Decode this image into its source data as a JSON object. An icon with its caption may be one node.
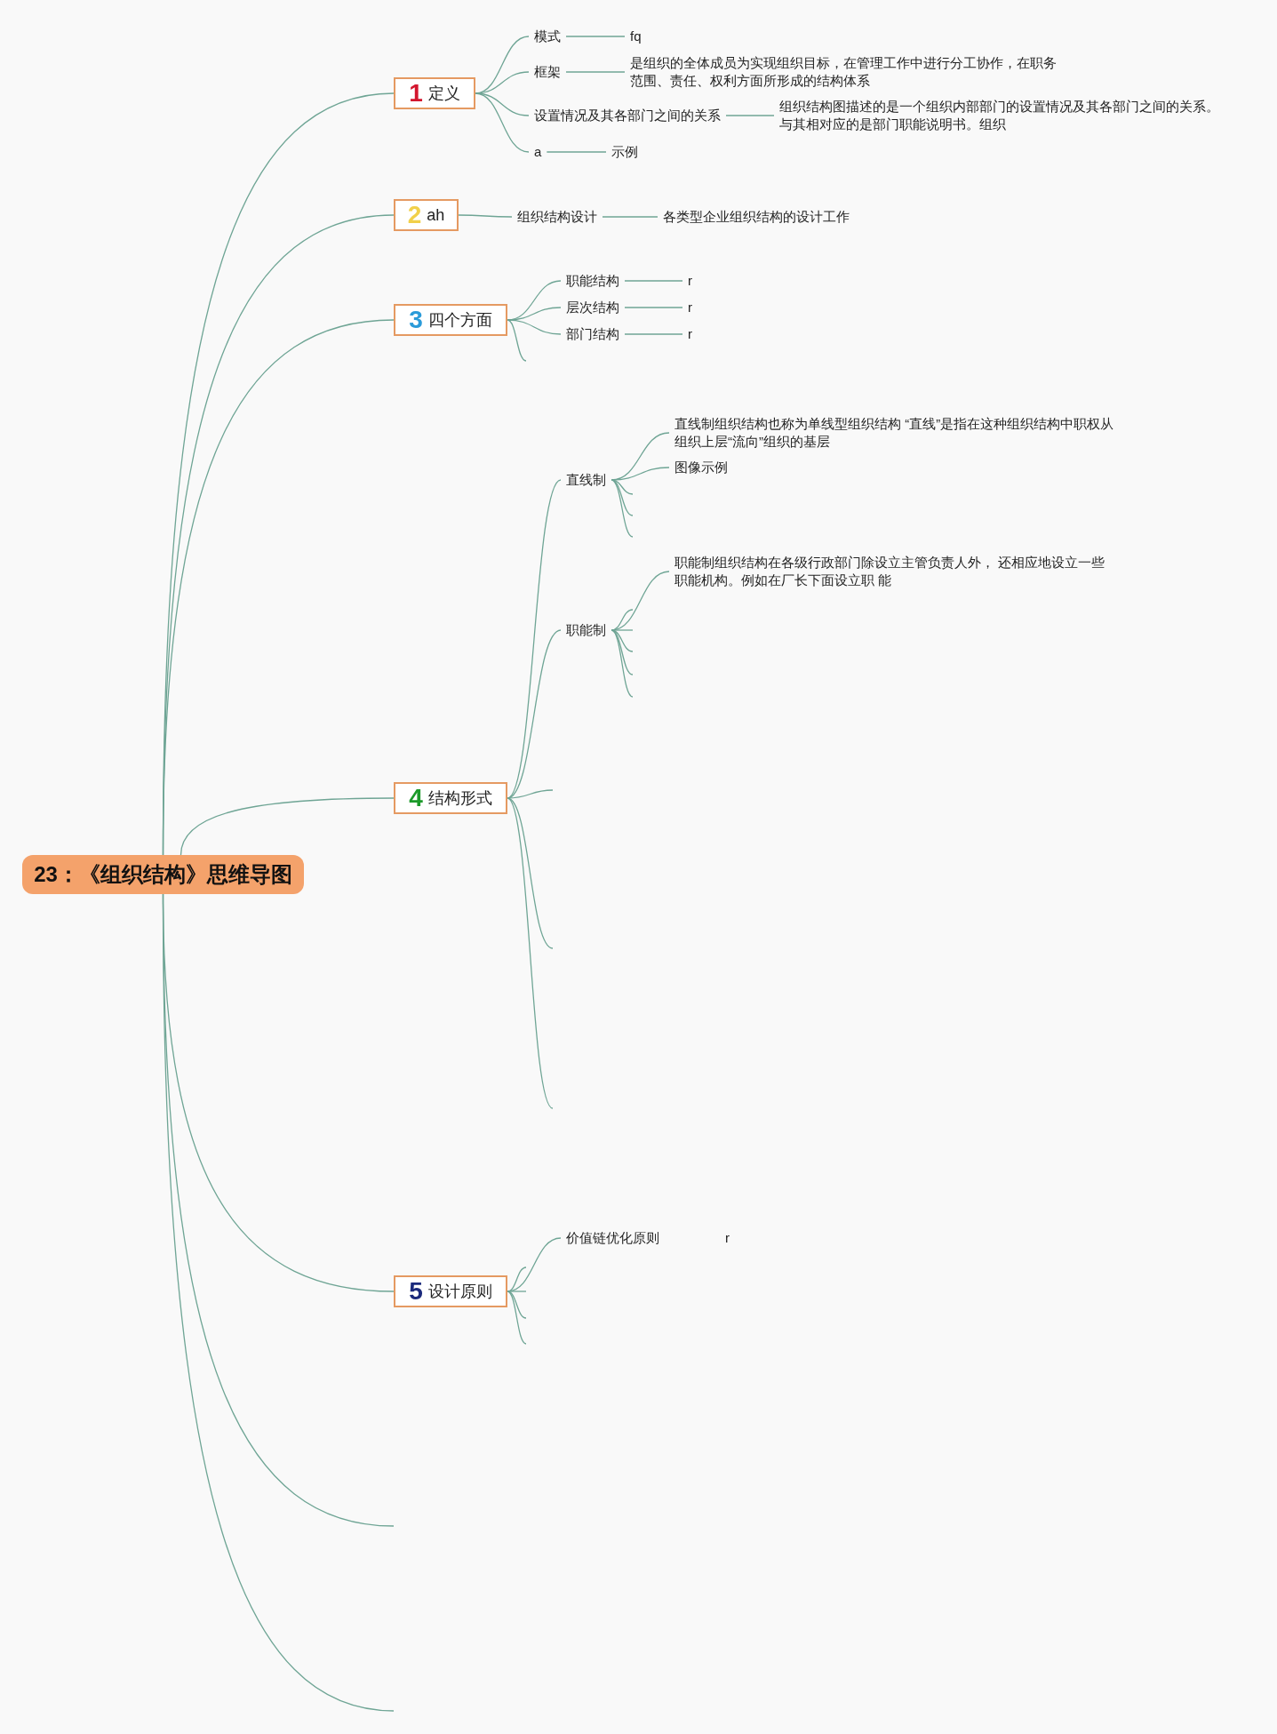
{
  "diagram": {
    "nodes": [
      {
        "text": [
          "23：《组织结构》思维导图"
        ]
      },
      {
        "text": [
          "1",
          "定义"
        ]
      },
      {
        "text": [
          "模式"
        ]
      },
      {
        "text": [
          "fq"
        ]
      },
      {
        "text": [
          "框架"
        ]
      },
      {
        "text": [
          "是组织的全体成员为实现组织目标，在管理工作中进行分工协作，在职务范围、责任、权利方面所形成的结构体系"
        ]
      },
      {
        "text": [
          "设置情况及其各部门之间的关系"
        ]
      },
      {
        "text": [
          "组织结构图描述的是一个组织内部部门的设置情况及其各部门之间的关系。与其相对应的是部门职能说明书。组织"
        ]
      },
      {
        "text": [
          "a"
        ]
      },
      {
        "text": [
          "示例"
        ]
      },
      {
        "text": [
          "2",
          "ah"
        ]
      },
      {
        "text": [
          "组织结构设计"
        ]
      },
      {
        "text": [
          "各类型企业组织结构的设计工作"
        ]
      },
      {
        "text": [
          "3",
          "四个方面"
        ]
      },
      {
        "text": [
          "职能结构"
        ]
      },
      {
        "text": [
          "r"
        ]
      },
      {
        "text": [
          "层次结构"
        ]
      },
      {
        "text": [
          "r"
        ]
      },
      {
        "text": [
          "部门结构"
        ]
      },
      {
        "text": [
          "r"
        ]
      },
      {
        "text": [
          "4",
          "结构形式"
        ]
      },
      {
        "text": [
          "直线制"
        ]
      },
      {
        "text": [
          "直线制组织结构也称为单线型组织结构 “直线”是指在这种组织结构中职权从组织上层“流向”组织的基层"
        ]
      },
      {
        "text": [
          "图像示例"
        ]
      },
      {
        "text": [
          "职能制"
        ]
      },
      {
        "text": [
          "职能制组织结构在各级行政部门除设立主管负责人外， 还相应地设立一些职能机构。例如在厂长下面设立职 能"
        ]
      },
      {
        "text": [
          "5",
          "设计原则"
        ]
      },
      {
        "text": [
          "价值链优化原则"
        ]
      },
      {
        "text": [
          "r"
        ]
      }
    ],
    "edges": [
      {
        "from": 0,
        "to": 1,
        "arrow": "none"
      },
      {
        "from": 0,
        "to": 10,
        "arrow": "none"
      },
      {
        "from": 0,
        "to": 13,
        "arrow": "none"
      },
      {
        "from": 0,
        "to": 20,
        "arrow": "none"
      },
      {
        "from": 0,
        "to": 26,
        "arrow": "none"
      },
      {
        "from": 0,
        "to": null,
        "arrow": "none"
      },
      {
        "from": 0,
        "to": null,
        "arrow": "none"
      },
      {
        "from": 1,
        "to": 2,
        "arrow": "none"
      },
      {
        "from": 2,
        "to": 3,
        "arrow": "none"
      },
      {
        "from": 1,
        "to": 4,
        "arrow": "none"
      },
      {
        "from": 4,
        "to": 5,
        "arrow": "none"
      },
      {
        "from": 1,
        "to": 6,
        "arrow": "none"
      },
      {
        "from": 6,
        "to": 7,
        "arrow": "none"
      },
      {
        "from": 1,
        "to": 8,
        "arrow": "none"
      },
      {
        "from": 8,
        "to": 9,
        "arrow": "none"
      },
      {
        "from": 10,
        "to": 11,
        "arrow": "none"
      },
      {
        "from": 11,
        "to": 12,
        "arrow": "none"
      },
      {
        "from": 13,
        "to": 14,
        "arrow": "none"
      },
      {
        "from": 14,
        "to": 15,
        "arrow": "none"
      },
      {
        "from": 13,
        "to": 16,
        "arrow": "none"
      },
      {
        "from": 16,
        "to": 17,
        "arrow": "none"
      },
      {
        "from": 13,
        "to": 18,
        "arrow": "none"
      },
      {
        "from": 18,
        "to": 19,
        "arrow": "none"
      },
      {
        "from": 13,
        "to": null,
        "arrow": "none"
      },
      {
        "from": 20,
        "to": 21,
        "arrow": "none"
      },
      {
        "from": 20,
        "to": 24,
        "arrow": "none"
      },
      {
        "from": 20,
        "to": null,
        "arrow": "none"
      },
      {
        "from": 20,
        "to": null,
        "arrow": "none"
      },
      {
        "from": 20,
        "to": null,
        "arrow": "none"
      },
      {
        "from": 21,
        "to": 22,
        "arrow": "none"
      },
      {
        "from": 21,
        "to": 23,
        "arrow": "none"
      },
      {
        "from": 21,
        "to": null,
        "arrow": "none"
      },
      {
        "from": 21,
        "to": null,
        "arrow": "none"
      },
      {
        "from": 21,
        "to": null,
        "arrow": "none"
      },
      {
        "from": 24,
        "to": 25,
        "arrow": "none"
      },
      {
        "from": 24,
        "to": null,
        "arrow": "none"
      },
      {
        "from": 24,
        "to": null,
        "arrow": "none"
      },
      {
        "from": 24,
        "to": null,
        "arrow": "none"
      },
      {
        "from": 24,
        "to": null,
        "arrow": "none"
      },
      {
        "from": 24,
        "to": null,
        "arrow": "none"
      },
      {
        "from": 26,
        "to": 27,
        "arrow": "none"
      },
      {
        "from": 26,
        "to": null,
        "arrow": "none"
      },
      {
        "from": 26,
        "to": null,
        "arrow": "none"
      },
      {
        "from": 26,
        "to": null,
        "arrow": "none"
      },
      {
        "from": 26,
        "to": null,
        "arrow": "none"
      }
    ]
  }
}
